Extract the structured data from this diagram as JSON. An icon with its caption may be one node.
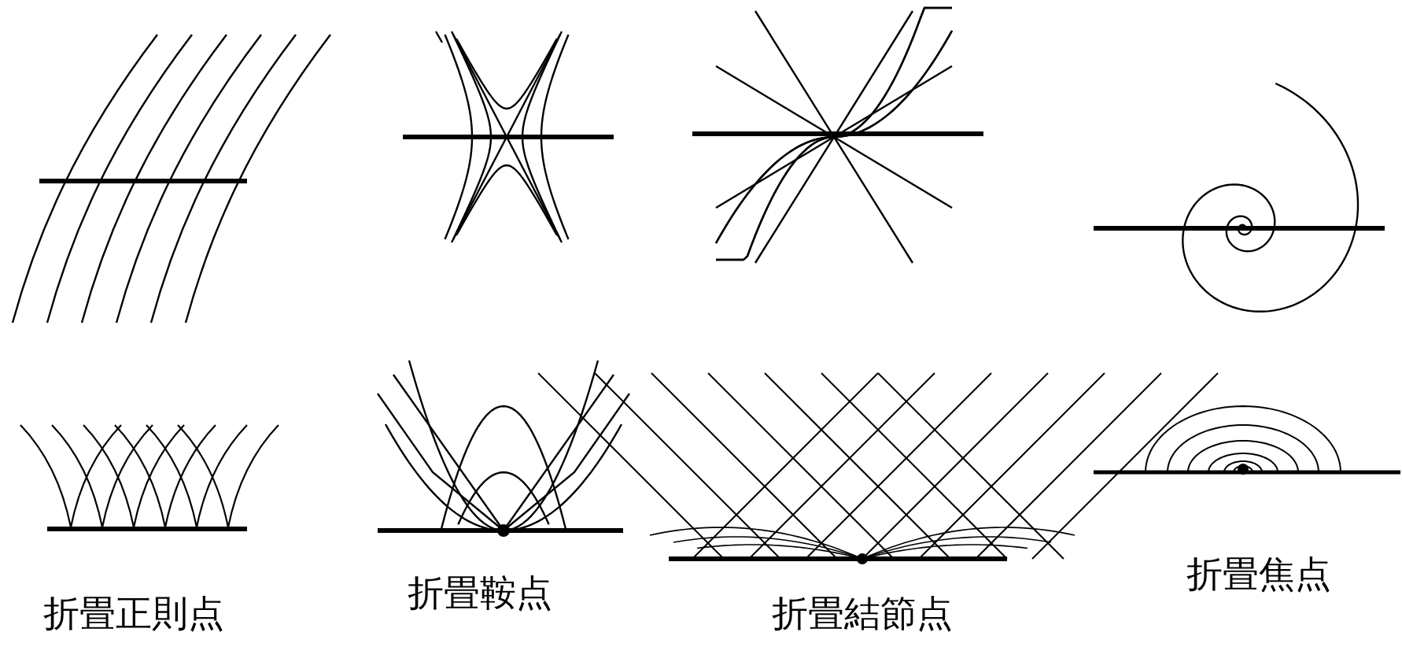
{
  "diagram": {
    "labels": [
      "折畳正則点",
      "折畳鞍点",
      "折畳結節点",
      "折畳焦点"
    ]
  }
}
